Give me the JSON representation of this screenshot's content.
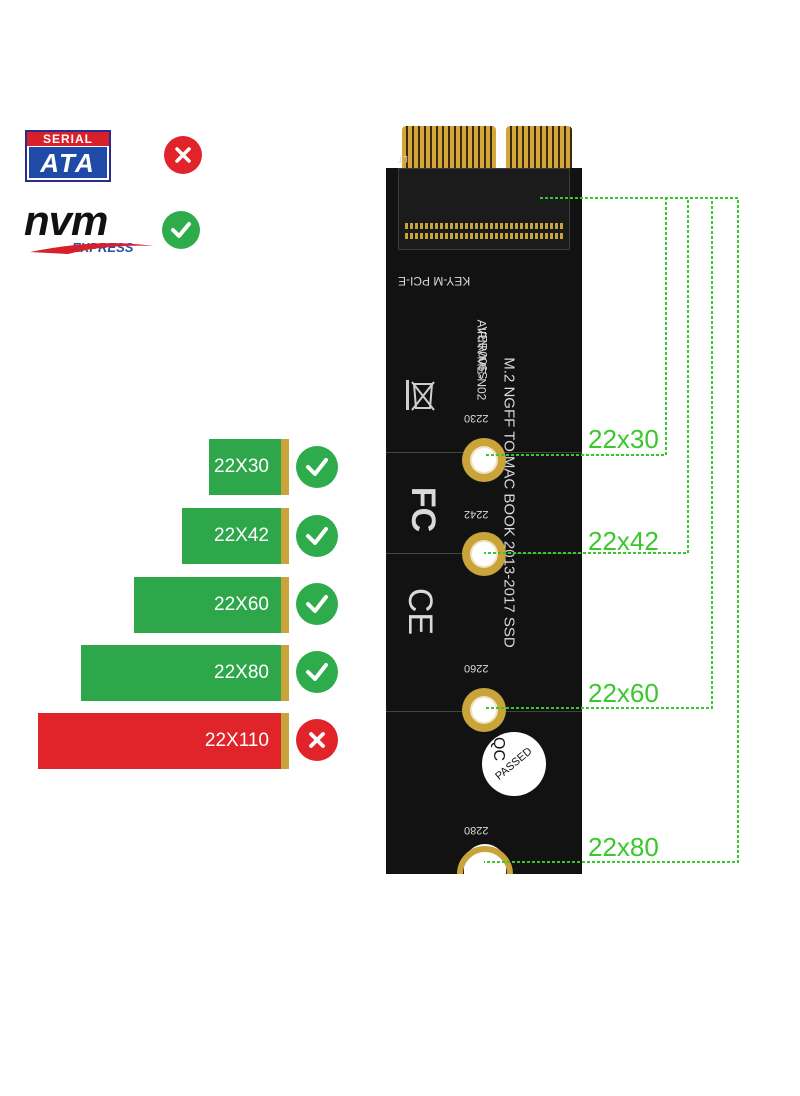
{
  "logos": {
    "sata_top": "SERIAL",
    "sata_bottom": "ATA",
    "nvm_main": "nvm",
    "nvm_sub": "EXPRESS"
  },
  "sizes": [
    {
      "label": "22X30",
      "status": "supported",
      "icon": "check-icon"
    },
    {
      "label": "22X42",
      "status": "supported",
      "icon": "check-icon"
    },
    {
      "label": "22X60",
      "status": "supported",
      "icon": "check-icon"
    },
    {
      "label": "22X80",
      "status": "supported",
      "icon": "check-icon"
    },
    {
      "label": "22X110",
      "status": "unsupported",
      "icon": "cross-icon"
    }
  ],
  "board": {
    "top_label": "LT",
    "key_label": "KEY-M PCI-E",
    "line1": "M.2 NGFF TO MAC BOOK 2013-2017 SSD",
    "line2": "AIRNVME-N02",
    "line3": "VER006S",
    "mount_labels": [
      "2230",
      "2242",
      "2260",
      "2280"
    ],
    "fc": "FC",
    "ce": "CE",
    "qc": "QC",
    "passed": "PASSED"
  },
  "callouts": [
    "22x30",
    "22x42",
    "22x60",
    "22x80"
  ],
  "colors": {
    "green_bar": "#2ea64a",
    "red_bar": "#e0242a",
    "check_green": "#2eab4b",
    "cross_red": "#e0242a",
    "callout_green": "#39c82b",
    "board": "#121212",
    "gold": "#c9a43a"
  }
}
